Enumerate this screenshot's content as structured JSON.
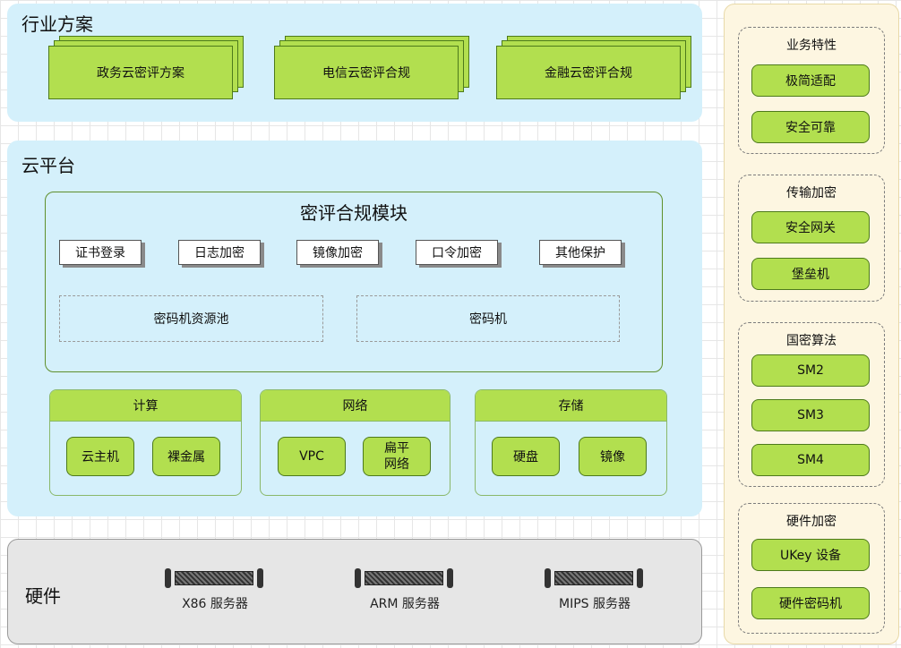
{
  "industry": {
    "title": "行业方案",
    "solutions": [
      "政务云密评方案",
      "电信云密评合规",
      "金融云密评合规"
    ]
  },
  "cloud": {
    "title": "云平台",
    "module": {
      "title": "密评合规模块",
      "tags": [
        "证书登录",
        "日志加密",
        "镜像加密",
        "口令加密",
        "其他保护"
      ],
      "pools": [
        "密码机资源池",
        "密码机"
      ]
    },
    "groups": [
      {
        "title": "计算",
        "items": [
          "云主机",
          "裸金属"
        ]
      },
      {
        "title": "网络",
        "items": [
          "VPC",
          "扁平\n网络"
        ]
      },
      {
        "title": "存储",
        "items": [
          "硬盘",
          "镜像"
        ]
      }
    ]
  },
  "hardware": {
    "title": "硬件",
    "servers": [
      "X86 服务器",
      "ARM 服务器",
      "MIPS 服务器"
    ]
  },
  "features": [
    {
      "title": "业务特性",
      "items": [
        "极简适配",
        "安全可靠"
      ]
    },
    {
      "title": "传输加密",
      "items": [
        "安全网关",
        "堡垒机"
      ]
    },
    {
      "title": "国密算法",
      "items": [
        "SM2",
        "SM3",
        "SM4"
      ]
    },
    {
      "title": "硬件加密",
      "items": [
        "UKey 设备",
        "硬件密码机"
      ]
    }
  ],
  "colors": {
    "green": "#b2df4f",
    "blue_panel": "#d4f0fb",
    "gray_panel": "#e6e6e6",
    "cream_panel": "#fdf6e1"
  }
}
